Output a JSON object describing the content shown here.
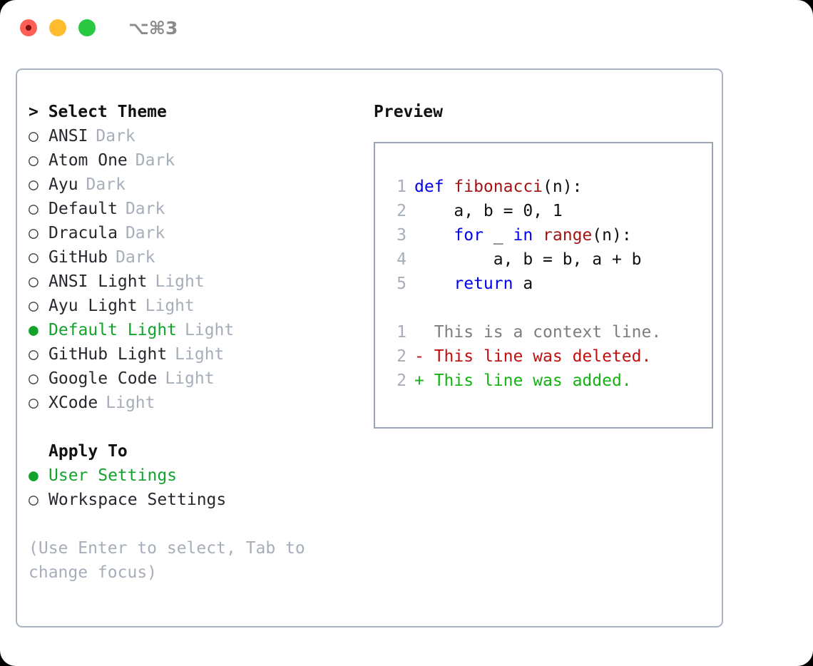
{
  "titlebar": {
    "shortcut": "⌥⌘3",
    "lights": [
      "close",
      "minimize",
      "zoom"
    ]
  },
  "theme_picker": {
    "heading": "> Select Theme",
    "options": [
      {
        "marker": "○",
        "name": "ANSI",
        "variant": "Dark",
        "selected": false
      },
      {
        "marker": "○",
        "name": "Atom One",
        "variant": "Dark",
        "selected": false
      },
      {
        "marker": "○",
        "name": "Ayu",
        "variant": "Dark",
        "selected": false
      },
      {
        "marker": "○",
        "name": "Default",
        "variant": "Dark",
        "selected": false
      },
      {
        "marker": "○",
        "name": "Dracula",
        "variant": "Dark",
        "selected": false
      },
      {
        "marker": "○",
        "name": "GitHub",
        "variant": "Dark",
        "selected": false
      },
      {
        "marker": "○",
        "name": "ANSI Light",
        "variant": "Light",
        "selected": false
      },
      {
        "marker": "○",
        "name": "Ayu Light",
        "variant": "Light",
        "selected": false
      },
      {
        "marker": "●",
        "name": "Default Light",
        "variant": "Light",
        "selected": true
      },
      {
        "marker": "○",
        "name": "GitHub Light",
        "variant": "Light",
        "selected": false
      },
      {
        "marker": "○",
        "name": "Google Code",
        "variant": "Light",
        "selected": false
      },
      {
        "marker": "○",
        "name": "XCode",
        "variant": "Light",
        "selected": false
      }
    ]
  },
  "apply_to": {
    "heading": "Apply To",
    "options": [
      {
        "marker": "●",
        "name": "User Settings",
        "selected": true
      },
      {
        "marker": "○",
        "name": "Workspace Settings",
        "selected": false
      }
    ]
  },
  "hint": "(Use Enter to select, Tab to change focus)",
  "preview": {
    "title": "Preview",
    "code_lines": [
      {
        "lineno": "1",
        "tokens": [
          {
            "t": "def ",
            "c": "kw"
          },
          {
            "t": "fibonacci",
            "c": "fn"
          },
          {
            "t": "(n):",
            "c": "pl"
          }
        ]
      },
      {
        "lineno": "2",
        "tokens": [
          {
            "t": "    a, b = 0, 1",
            "c": "pl"
          }
        ]
      },
      {
        "lineno": "3",
        "tokens": [
          {
            "t": "    ",
            "c": "pl"
          },
          {
            "t": "for",
            "c": "kw"
          },
          {
            "t": " _ ",
            "c": "pl"
          },
          {
            "t": "in",
            "c": "kw"
          },
          {
            "t": " ",
            "c": "pl"
          },
          {
            "t": "range",
            "c": "fn"
          },
          {
            "t": "(n):",
            "c": "pl"
          }
        ]
      },
      {
        "lineno": "4",
        "tokens": [
          {
            "t": "        a, b = b, a + b",
            "c": "pl"
          }
        ]
      },
      {
        "lineno": "5",
        "tokens": [
          {
            "t": "    ",
            "c": "pl"
          },
          {
            "t": "return",
            "c": "kw"
          },
          {
            "t": " a",
            "c": "pl"
          }
        ]
      }
    ],
    "diff_lines": [
      {
        "lineno": "1",
        "sign": "  ",
        "text": "This is a context line.",
        "kind": "ctx"
      },
      {
        "lineno": "2",
        "sign": "- ",
        "text": "This line was deleted.",
        "kind": "del"
      },
      {
        "lineno": "2",
        "sign": "+ ",
        "text": "This line was added.",
        "kind": "add"
      }
    ]
  },
  "colors": {
    "accent_green": "#13a32c",
    "muted": "#a6aeba",
    "keyword_blue": "#0000ee",
    "function_red": "#a31515",
    "diff_delete": "#c10f0f",
    "diff_add": "#12b312",
    "border": "#aab3c0",
    "light_red": "#ff5f57",
    "light_amber": "#febc2e",
    "light_green": "#28c840"
  }
}
